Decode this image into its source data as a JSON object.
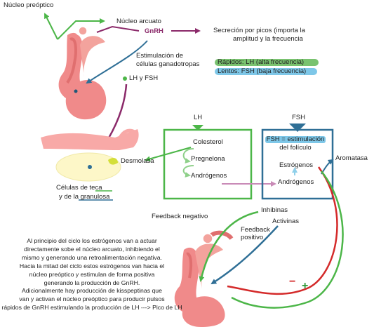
{
  "labels": {
    "nucleo_preoptico": "Núcleo preóptico",
    "nucleo_arcuato": "Núcleo arcuato",
    "gnrh": "GnRH",
    "secrecion_1": "Secreción por picos (importa la",
    "secrecion_2": "amplitud y la frecuencia",
    "estimulacion_1": "Estimulación de",
    "estimulacion_2": "células ganadotropas",
    "lh_y_fsh": "LH y FSH",
    "rapidos": "Rápidos: LH (alta frecuencia)",
    "lentos": "Lentos: FSH (baja frecuencia)",
    "lh_box_title": "LH",
    "fsh_box_title": "FSH",
    "colesterol": "Colesterol",
    "pregnelona": "Pregnelona",
    "androgenos_lh": "Andrógenos",
    "desmolasa": "Desmolasa",
    "celulas_prefix": "Células de",
    "celulas_teca": "teca",
    "celulas_line2_prefix": "y de la",
    "celulas_granulosa": "granulosa",
    "fsh_estimulacion_1": "FSH = estimulación",
    "fsh_estimulacion_2": "del folículo",
    "estrogenos": "Estrógenos",
    "androgenos_fsh": "Andrógenos",
    "aromatasa": "Aromatasa",
    "inhibinas": "Inhibinas",
    "activinas": "Activinas",
    "feedback_negativo": "Feedback negativo",
    "feedback_positivo_1": "Feedback",
    "feedback_positivo_2": "positivo",
    "minus_sign": "−",
    "plus_sign": "+"
  },
  "paragraph": [
    "Al principio del ciclo los estrógenos van a actuar",
    "directamente sobe el núcleo arcuato, inhibiendo el",
    "mismo y generando una retroalimentación negativa.",
    "Hacia la mitad del ciclo estos estrógenos van hacia el",
    "núcleo preóptico y estimulan de forma positiva",
    "generando la producción de GnRH.",
    "Adicionalmente hay producción de kisspeptinas que",
    "van y activan el núcleo preóptico para producir pulsos",
    "rápidos de GnRH estimulando la producción de LH ---> Pico de LH"
  ],
  "colors": {
    "green": "#4cb648",
    "purple": "#8b2a6a",
    "blue": "#2f6f96",
    "red": "#d42a2a",
    "pituitary": "#f08a8a",
    "follicle": "#fdf7c8",
    "highlight_green": "#79c26f",
    "highlight_blue": "#7ec7e8"
  }
}
